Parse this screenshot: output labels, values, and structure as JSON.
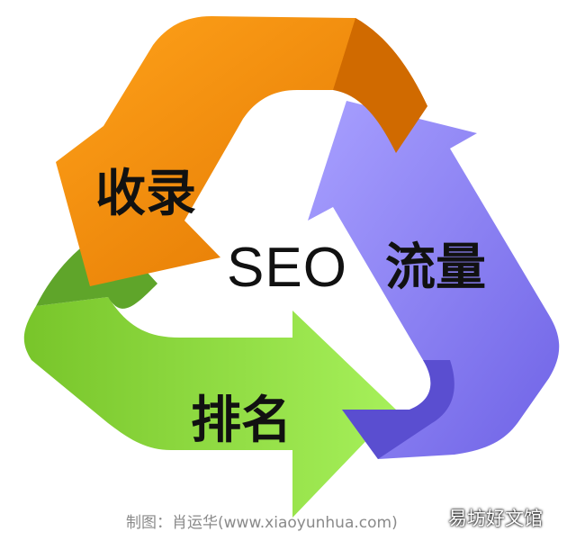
{
  "diagram": {
    "center_text": "SEO",
    "cycle": [
      {
        "label": "收录",
        "color": "#f08a0c"
      },
      {
        "label": "流量",
        "color": "#8f86f0"
      },
      {
        "label": "排名",
        "color": "#8fde3a"
      }
    ]
  },
  "footer": {
    "credit": "制图：肖运华(www.xiaoyunhua.com)",
    "watermark": "易坊好文馆"
  }
}
